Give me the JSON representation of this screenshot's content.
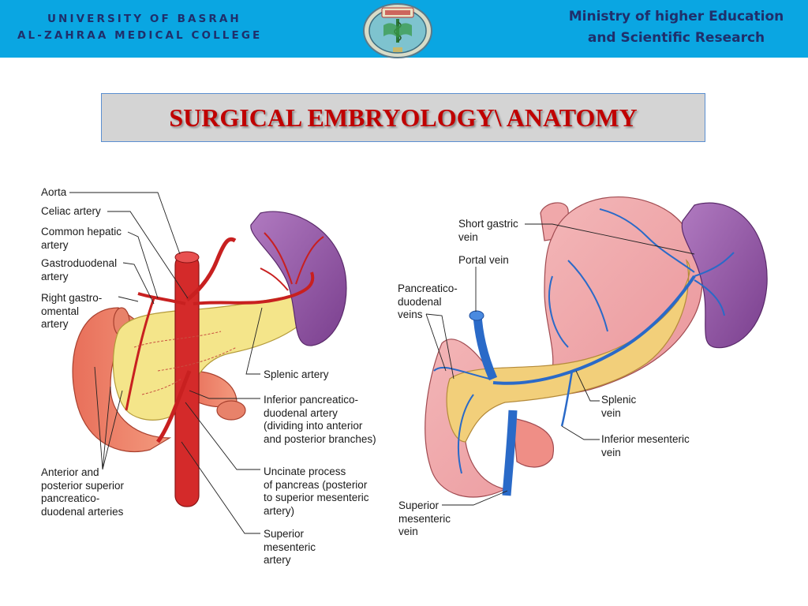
{
  "header": {
    "university_line1": "UNIVERSITY OF BASRAH",
    "university_line2": "AL-ZAHRAA MEDICAL COLLEGE",
    "ministry_line1": "Ministry of higher Education",
    "ministry_line2": "and Scientific Research",
    "logo_icon": "college-seal-icon",
    "colors": {
      "bar": "#0aa6e2",
      "header_text": "#1f2f6b"
    }
  },
  "slide": {
    "title": "SURGICAL EMBRYOLOGY\\ ANATOMY",
    "title_color": "#c00000"
  },
  "left_diagram": {
    "labels": {
      "aorta": "Aorta",
      "celiac": "Celiac artery",
      "common_hepatic": "Common hepatic\nartery",
      "gastroduodenal": "Gastroduodenal\nartery",
      "right_gastro": "Right gastro-\nomental\nartery",
      "splenic_artery": "Splenic artery",
      "inferior_pd": "Inferior pancreatico-\nduodenal artery\n(dividing into anterior\nand posterior branches)",
      "uncinate": "Uncinate process\nof pancreas (posterior\nto superior mesenteric\nartery)",
      "sma": "Superior\nmesenteric\nartery",
      "ant_post_sup": "Anterior and\nposterior superior\npancreatico-\nduodenal arteries"
    }
  },
  "right_diagram": {
    "labels": {
      "short_gastric": "Short gastric\nvein",
      "portal": "Portal vein",
      "pd_veins": "Pancreatico-\nduodenal\nveins",
      "splenic_vein": "Splenic\nvein",
      "inferior_mes": "Inferior mesenteric\nvein",
      "smv": "Superior\nmesenteric\nvein"
    }
  }
}
